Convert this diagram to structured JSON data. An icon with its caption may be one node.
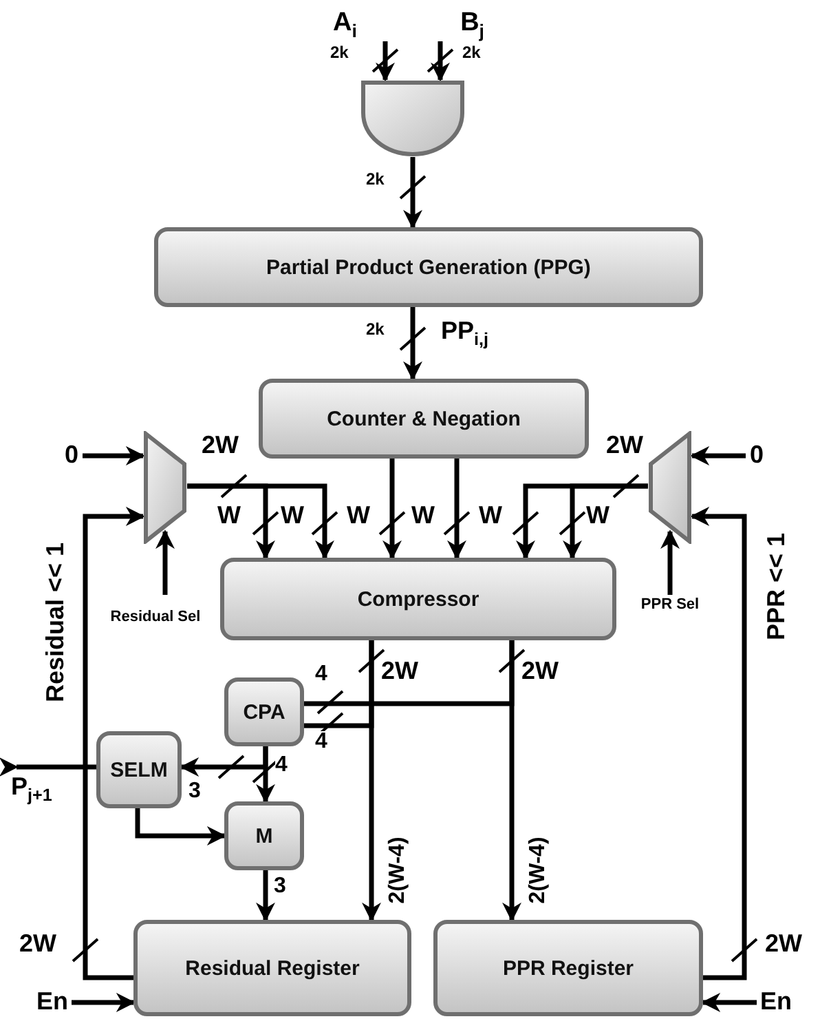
{
  "diagram": {
    "nodes": [
      {
        "text": [
          "A$_{i}$"
        ]
      },
      {
        "text": [
          "B$_{j}$"
        ]
      },
      {
        "text": [],
        "shape": "gate"
      },
      {
        "text": [
          "Partial Product Generation (PPG)"
        ]
      },
      {
        "text": [
          "Counter & Negation"
        ]
      },
      {
        "text": [],
        "shape": "trapezoid"
      },
      {
        "text": [],
        "shape": "trapezoid"
      },
      {
        "text": [
          "Compressor"
        ]
      },
      {
        "text": [
          "CPA"
        ]
      },
      {
        "text": [
          "SELM"
        ]
      },
      {
        "text": [
          "M"
        ]
      },
      {
        "text": [
          "Residual Register"
        ]
      },
      {
        "text": [
          "PPR Register"
        ]
      },
      {
        "text": [
          "0"
        ]
      },
      {
        "text": [
          "0"
        ]
      },
      {
        "text": [
          "Residual Sel"
        ]
      },
      {
        "text": [
          "PPR Sel"
        ]
      },
      {
        "text": [
          "P$_{j+1}$"
        ]
      },
      {
        "text": [
          "En"
        ]
      },
      {
        "text": [
          "En"
        ]
      }
    ],
    "edges": [
      {
        "from": 0,
        "to": 2,
        "arrow": "to",
        "label": "2k"
      },
      {
        "from": 1,
        "to": 2,
        "arrow": "to",
        "label": "2k"
      },
      {
        "from": 2,
        "to": 3,
        "arrow": "to",
        "label": "2k"
      },
      {
        "from": 3,
        "to": 4,
        "arrow": "to",
        "label": "2k"
      },
      {
        "from": 13,
        "to": 5,
        "arrow": "to"
      },
      {
        "from": 14,
        "to": 6,
        "arrow": "to"
      },
      {
        "from": 15,
        "to": 5,
        "arrow": "to"
      },
      {
        "from": 16,
        "to": 6,
        "arrow": "to"
      },
      {
        "from": 5,
        "to": 7,
        "arrow": "to",
        "label": "W"
      },
      {
        "from": 5,
        "to": 7,
        "arrow": "to",
        "label": "W"
      },
      {
        "from": 4,
        "to": 7,
        "arrow": "to",
        "label": "W"
      },
      {
        "from": 4,
        "to": 7,
        "arrow": "to",
        "label": "W"
      },
      {
        "from": 6,
        "to": 7,
        "arrow": "to",
        "label": "W"
      },
      {
        "from": 6,
        "to": 7,
        "arrow": "to",
        "label": "W"
      },
      {
        "from": 7,
        "to": 8,
        "arrow": "none",
        "label": "4"
      },
      {
        "from": 7,
        "to": 8,
        "arrow": "none",
        "label": "4"
      },
      {
        "from": 7,
        "to": 11,
        "arrow": "to",
        "label": "2W"
      },
      {
        "from": 7,
        "to": 12,
        "arrow": "to",
        "label": "2W"
      },
      {
        "from": 8,
        "to": 9,
        "arrow": "to",
        "label": "3"
      },
      {
        "from": 8,
        "to": 10,
        "arrow": "to",
        "label": "4"
      },
      {
        "from": 9,
        "to": 17,
        "arrow": "to"
      },
      {
        "from": 9,
        "to": 10,
        "arrow": "to"
      },
      {
        "from": 10,
        "to": 11,
        "arrow": "to",
        "label": "3"
      },
      {
        "from": 11,
        "to": 5,
        "arrow": "to",
        "label": "2W"
      },
      {
        "from": 12,
        "to": 6,
        "arrow": "to",
        "label": "2W"
      },
      {
        "from": 18,
        "to": 11,
        "arrow": "to"
      },
      {
        "from": 19,
        "to": 12,
        "arrow": "to"
      }
    ],
    "labels": [
      "2W",
      "2W",
      "PP$_{i,j}$",
      "Residual << 1",
      "PPR << 1",
      "2(W-4)",
      "2(W-4)"
    ]
  }
}
